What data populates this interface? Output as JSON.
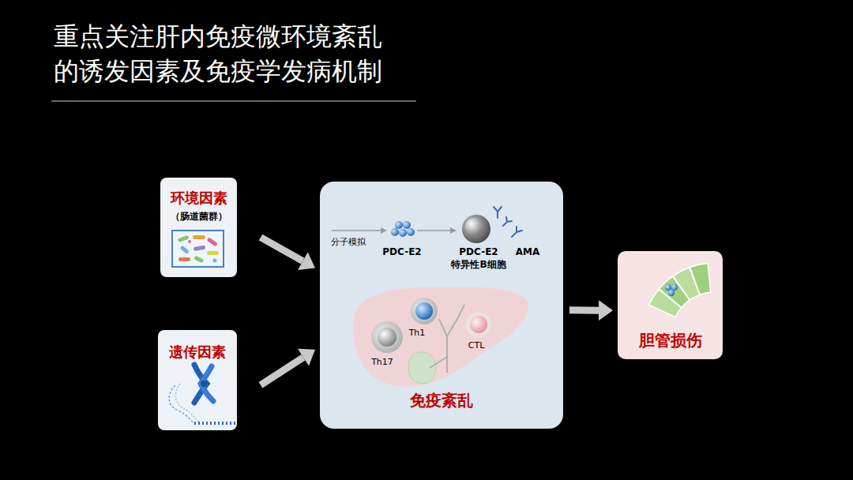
{
  "diagram": {
    "title": "重点关注肝内免疫微环境紊乱 的诱发因素及免疫学发病机制",
    "nodes": [
      {
        "text": [
          "环境因素",
          "（肠道菌群）"
        ]
      },
      {
        "text": [
          "遗传因素"
        ]
      },
      {
        "text": [
          "免疫紊乱"
        ]
      },
      {
        "text": [
          "胆管损伤"
        ]
      }
    ],
    "edges": [
      {
        "from": 0,
        "to": 2,
        "arrow": "to"
      },
      {
        "from": 1,
        "to": 2,
        "arrow": "to"
      },
      {
        "from": 2,
        "to": 3,
        "arrow": "to"
      }
    ],
    "labels": [
      "分子模拟",
      "PDC-E2",
      "PDC-E2 特异性B细胞",
      "AMA",
      "Th17",
      "Th1",
      "CTL"
    ]
  }
}
